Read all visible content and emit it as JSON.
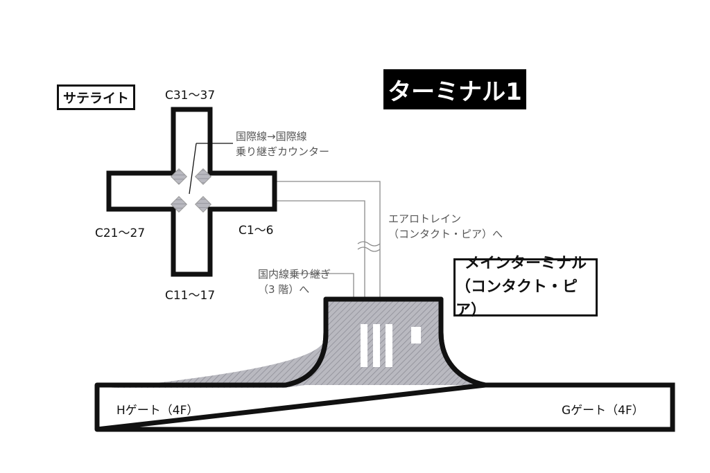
{
  "title": "ターミナル1",
  "satellite": {
    "label": "サテライト",
    "gates": {
      "top": "C31〜37",
      "left": "C21〜27",
      "right": "C1〜6",
      "bottom": "C11〜17"
    },
    "transfer_counter": [
      "国際線→国際線",
      "乗り継ぎカウンター"
    ]
  },
  "aerotrain": [
    "エアロトレイン",
    "（コンタクト・ピア）へ"
  ],
  "domestic_transfer": [
    "国内線乗り継ぎ",
    "（3 階）へ"
  ],
  "main_terminal": {
    "label_line1": "メインターミナル",
    "label_line2": "（コンタクト・ピア）"
  },
  "concourse": {
    "left_gate": "Hゲート（4F）",
    "right_gate": "Gゲート（4F）"
  },
  "colors": {
    "outline": "#111111",
    "hatch": "#a9a9b0",
    "line": "#888888"
  }
}
